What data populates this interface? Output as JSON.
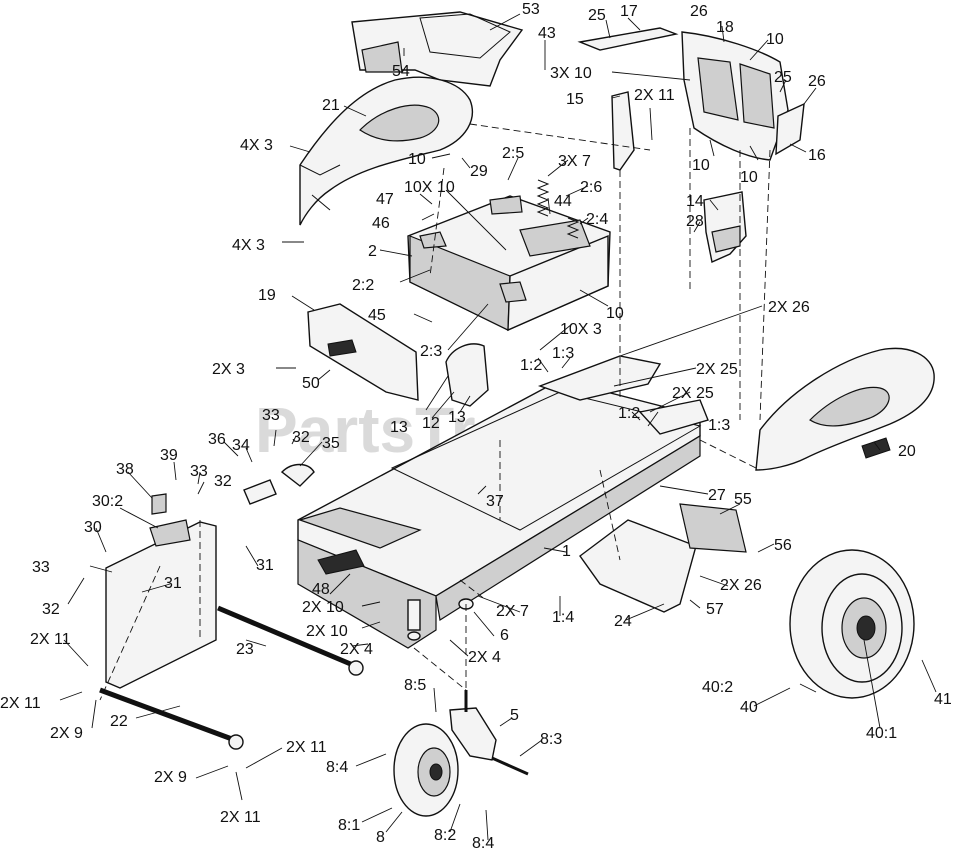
{
  "watermark": "PartsTree",
  "callouts": [
    {
      "id": "c53",
      "text": "53"
    },
    {
      "id": "c54",
      "text": "54"
    },
    {
      "id": "c43",
      "text": "43"
    },
    {
      "id": "c25a",
      "text": "25"
    },
    {
      "id": "c17",
      "text": "17"
    },
    {
      "id": "c26a",
      "text": "26"
    },
    {
      "id": "c18",
      "text": "18"
    },
    {
      "id": "c10a",
      "text": "10"
    },
    {
      "id": "c3x10a",
      "text": "3X 10"
    },
    {
      "id": "c15",
      "text": "15"
    },
    {
      "id": "c2x11a",
      "text": "2X 11"
    },
    {
      "id": "c25b",
      "text": "25"
    },
    {
      "id": "c26b",
      "text": "26"
    },
    {
      "id": "c21",
      "text": "21"
    },
    {
      "id": "c4x3a",
      "text": "4X 3"
    },
    {
      "id": "c10b",
      "text": "10"
    },
    {
      "id": "c29",
      "text": "29"
    },
    {
      "id": "c2_5",
      "text": "2:5"
    },
    {
      "id": "c3x7",
      "text": "3X 7"
    },
    {
      "id": "c10c",
      "text": "10"
    },
    {
      "id": "c10d",
      "text": "10"
    },
    {
      "id": "c16",
      "text": "16"
    },
    {
      "id": "c47",
      "text": "47"
    },
    {
      "id": "c10x10",
      "text": "10X 10"
    },
    {
      "id": "c2_6",
      "text": "2:6"
    },
    {
      "id": "c44",
      "text": "44"
    },
    {
      "id": "c14",
      "text": "14"
    },
    {
      "id": "c46",
      "text": "46"
    },
    {
      "id": "c2_4",
      "text": "2:4"
    },
    {
      "id": "c28",
      "text": "28"
    },
    {
      "id": "c4x3b",
      "text": "4X 3"
    },
    {
      "id": "c2",
      "text": "2"
    },
    {
      "id": "c2_2",
      "text": "2:2"
    },
    {
      "id": "c19",
      "text": "19"
    },
    {
      "id": "c10e",
      "text": "10"
    },
    {
      "id": "c2x26a",
      "text": "2X 26"
    },
    {
      "id": "c45",
      "text": "45"
    },
    {
      "id": "c10x3",
      "text": "10X 3"
    },
    {
      "id": "c2_3",
      "text": "2:3"
    },
    {
      "id": "c1_2a",
      "text": "1:2"
    },
    {
      "id": "c1_3a",
      "text": "1:3"
    },
    {
      "id": "c2x25a",
      "text": "2X 25"
    },
    {
      "id": "c2x3",
      "text": "2X 3"
    },
    {
      "id": "c50",
      "text": "50"
    },
    {
      "id": "c2x25b",
      "text": "2X 25"
    },
    {
      "id": "c13a",
      "text": "13"
    },
    {
      "id": "c12",
      "text": "12"
    },
    {
      "id": "c13b",
      "text": "13"
    },
    {
      "id": "c1_2b",
      "text": "1:2"
    },
    {
      "id": "c1_3b",
      "text": "1:3"
    },
    {
      "id": "c33a",
      "text": "33"
    },
    {
      "id": "c20",
      "text": "20"
    },
    {
      "id": "c36",
      "text": "36"
    },
    {
      "id": "c34",
      "text": "34"
    },
    {
      "id": "c32a",
      "text": "32"
    },
    {
      "id": "c35",
      "text": "35"
    },
    {
      "id": "c39",
      "text": "39"
    },
    {
      "id": "c38",
      "text": "38"
    },
    {
      "id": "c33b",
      "text": "33"
    },
    {
      "id": "c32b",
      "text": "32"
    },
    {
      "id": "c37",
      "text": "37"
    },
    {
      "id": "c27",
      "text": "27"
    },
    {
      "id": "c55",
      "text": "55"
    },
    {
      "id": "c30_2",
      "text": "30:2"
    },
    {
      "id": "c30",
      "text": "30"
    },
    {
      "id": "c31a",
      "text": "31"
    },
    {
      "id": "c56",
      "text": "56"
    },
    {
      "id": "c1",
      "text": "1"
    },
    {
      "id": "c33c",
      "text": "33"
    },
    {
      "id": "c31b",
      "text": "31"
    },
    {
      "id": "c48",
      "text": "48"
    },
    {
      "id": "c2x26b",
      "text": "2X 26"
    },
    {
      "id": "c32c",
      "text": "32"
    },
    {
      "id": "c2x10a",
      "text": "2X 10"
    },
    {
      "id": "c2x7",
      "text": "2X 7"
    },
    {
      "id": "c1_4",
      "text": "1:4"
    },
    {
      "id": "c24",
      "text": "24"
    },
    {
      "id": "c57",
      "text": "57"
    },
    {
      "id": "c2x10b",
      "text": "2X 10"
    },
    {
      "id": "c6",
      "text": "6"
    },
    {
      "id": "c23",
      "text": "23"
    },
    {
      "id": "c2x4a",
      "text": "2X 4"
    },
    {
      "id": "c2x11b",
      "text": "2X 11"
    },
    {
      "id": "c2x4b",
      "text": "2X 4"
    },
    {
      "id": "c40_2",
      "text": "40:2"
    },
    {
      "id": "c41",
      "text": "41"
    },
    {
      "id": "c2x11c",
      "text": "2X 11"
    },
    {
      "id": "c8_5",
      "text": "8:5"
    },
    {
      "id": "c40",
      "text": "40"
    },
    {
      "id": "c5",
      "text": "5"
    },
    {
      "id": "c2x9a",
      "text": "2X 9"
    },
    {
      "id": "c22",
      "text": "22"
    },
    {
      "id": "c40_1",
      "text": "40:1"
    },
    {
      "id": "c8_3",
      "text": "8:3"
    },
    {
      "id": "c2x11d",
      "text": "2X 11"
    },
    {
      "id": "c2x9b",
      "text": "2X 9"
    },
    {
      "id": "c8_4a",
      "text": "8:4"
    },
    {
      "id": "c2x11e",
      "text": "2X 11"
    },
    {
      "id": "c8_1",
      "text": "8:1"
    },
    {
      "id": "c8",
      "text": "8"
    },
    {
      "id": "c8_2",
      "text": "8:2"
    },
    {
      "id": "c8_4b",
      "text": "8:4"
    }
  ]
}
